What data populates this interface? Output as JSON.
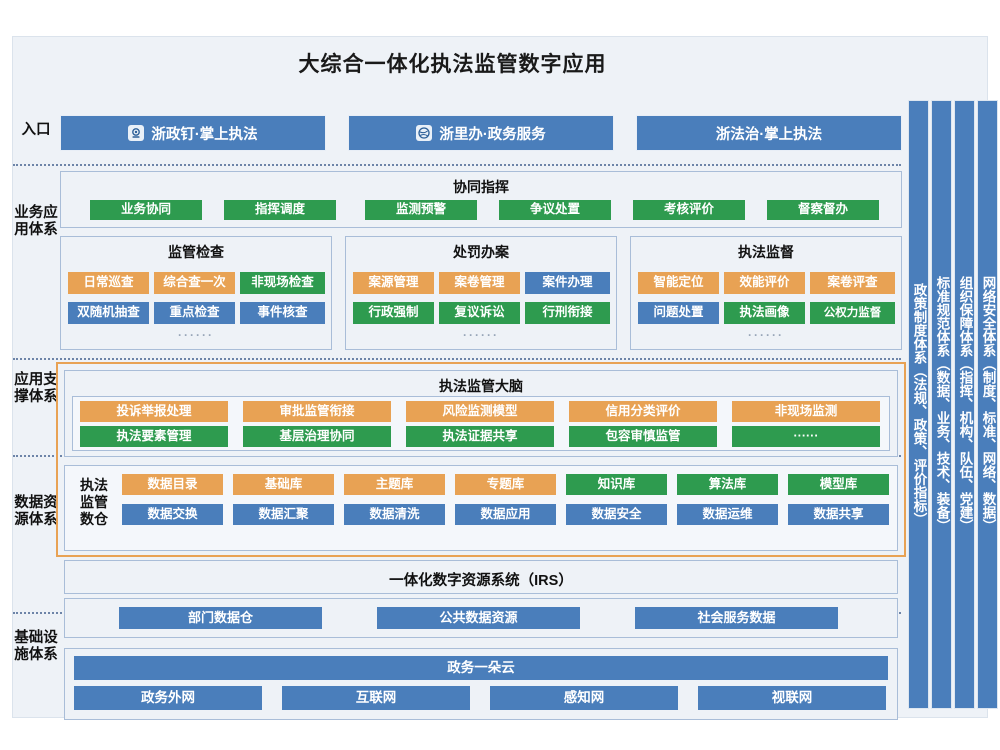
{
  "title": "大综合一体化执法监管数字应用",
  "colors": {
    "orange": "#e8a254",
    "green": "#2e9b4f",
    "blue": "#4a7ebb",
    "panel_bg": "#eef2f7",
    "panel_border": "#a9bdd8"
  },
  "left_labels": [
    {
      "name": "entry",
      "text": "入口"
    },
    {
      "name": "business-application-system",
      "text": "业务应用体系"
    },
    {
      "name": "application-support-system",
      "text": "应用支撑体系"
    },
    {
      "name": "data-resource-system",
      "text": "数据资源体系"
    },
    {
      "name": "infrastructure-system",
      "text": "基础设施体系"
    }
  ],
  "entries": [
    {
      "label": "浙政钉·掌上执法",
      "icon": "location-pin-icon"
    },
    {
      "label": "浙里办·政务服务",
      "icon": "globe-icon"
    },
    {
      "label": "浙法治·掌上执法",
      "icon": "none"
    }
  ],
  "coordination": {
    "title": "协同指挥",
    "chips": [
      {
        "label": "业务协同",
        "color": "green"
      },
      {
        "label": "指挥调度",
        "color": "green"
      },
      {
        "label": "监测预警",
        "color": "green"
      },
      {
        "label": "争议处置",
        "color": "green"
      },
      {
        "label": "考核评价",
        "color": "green"
      },
      {
        "label": "督察督办",
        "color": "green"
      }
    ]
  },
  "business_panels": [
    {
      "title": "监管检查",
      "rows": [
        [
          {
            "label": "日常巡查",
            "color": "orange"
          },
          {
            "label": "综合查一次",
            "color": "orange"
          },
          {
            "label": "非现场检查",
            "color": "green"
          }
        ],
        [
          {
            "label": "双随机抽查",
            "color": "blue"
          },
          {
            "label": "重点检查",
            "color": "blue"
          },
          {
            "label": "事件核查",
            "color": "blue"
          }
        ]
      ],
      "ellipsis": "······"
    },
    {
      "title": "处罚办案",
      "rows": [
        [
          {
            "label": "案源管理",
            "color": "orange"
          },
          {
            "label": "案卷管理",
            "color": "orange"
          },
          {
            "label": "案件办理",
            "color": "blue"
          }
        ],
        [
          {
            "label": "行政强制",
            "color": "green"
          },
          {
            "label": "复议诉讼",
            "color": "green"
          },
          {
            "label": "行刑衔接",
            "color": "green"
          }
        ]
      ],
      "ellipsis": "······"
    },
    {
      "title": "执法监督",
      "rows": [
        [
          {
            "label": "智能定位",
            "color": "orange"
          },
          {
            "label": "效能评价",
            "color": "orange"
          },
          {
            "label": "案卷评查",
            "color": "orange"
          }
        ],
        [
          {
            "label": "问题处置",
            "color": "blue"
          },
          {
            "label": "执法画像",
            "color": "green"
          },
          {
            "label": "公权力监督",
            "color": "green"
          }
        ]
      ],
      "ellipsis": "······"
    }
  ],
  "brain": {
    "title": "执法监管大脑",
    "rows": [
      [
        {
          "label": "投诉举报处理",
          "color": "orange"
        },
        {
          "label": "审批监管衔接",
          "color": "orange"
        },
        {
          "label": "风险监测模型",
          "color": "orange"
        },
        {
          "label": "信用分类评价",
          "color": "orange"
        },
        {
          "label": "非现场监测",
          "color": "orange"
        }
      ],
      [
        {
          "label": "执法要素管理",
          "color": "green"
        },
        {
          "label": "基层治理协同",
          "color": "green"
        },
        {
          "label": "执法证据共享",
          "color": "green"
        },
        {
          "label": "包容审慎监管",
          "color": "green"
        },
        {
          "label": "······",
          "color": "green"
        }
      ]
    ]
  },
  "data_warehouse": {
    "label": "执法监管数仓",
    "rows": [
      [
        {
          "label": "数据目录",
          "color": "orange"
        },
        {
          "label": "基础库",
          "color": "orange"
        },
        {
          "label": "主题库",
          "color": "orange"
        },
        {
          "label": "专题库",
          "color": "orange"
        },
        {
          "label": "知识库",
          "color": "green"
        },
        {
          "label": "算法库",
          "color": "green"
        },
        {
          "label": "模型库",
          "color": "green"
        }
      ],
      [
        {
          "label": "数据交换",
          "color": "blue"
        },
        {
          "label": "数据汇聚",
          "color": "blue"
        },
        {
          "label": "数据清洗",
          "color": "blue"
        },
        {
          "label": "数据应用",
          "color": "blue"
        },
        {
          "label": "数据安全",
          "color": "blue"
        },
        {
          "label": "数据运维",
          "color": "blue"
        },
        {
          "label": "数据共享",
          "color": "blue"
        }
      ]
    ]
  },
  "irs": {
    "title": "一体化数字资源系统（IRS）",
    "chips": [
      {
        "label": "部门数据仓",
        "color": "blue"
      },
      {
        "label": "公共数据资源",
        "color": "blue"
      },
      {
        "label": "社会服务数据",
        "color": "blue"
      }
    ]
  },
  "infrastructure": {
    "cloud": {
      "label": "政务一朵云",
      "color": "blue"
    },
    "chips": [
      {
        "label": "政务外网",
        "color": "blue"
      },
      {
        "label": "互联网",
        "color": "blue"
      },
      {
        "label": "感知网",
        "color": "blue"
      },
      {
        "label": "视联网",
        "color": "blue"
      }
    ]
  },
  "vertical_bars": [
    {
      "name": "policy-system",
      "text": "政策制度体系（法规、政策、评价指标）"
    },
    {
      "name": "standard-system",
      "text": "标准规范体系（数据、业务、技术、装备）"
    },
    {
      "name": "organization-system",
      "text": "组织保障体系（指挥、机构、队伍、党建）"
    },
    {
      "name": "network-security-system",
      "text": "网络安全体系（制度、标准、网络、数据）"
    }
  ]
}
